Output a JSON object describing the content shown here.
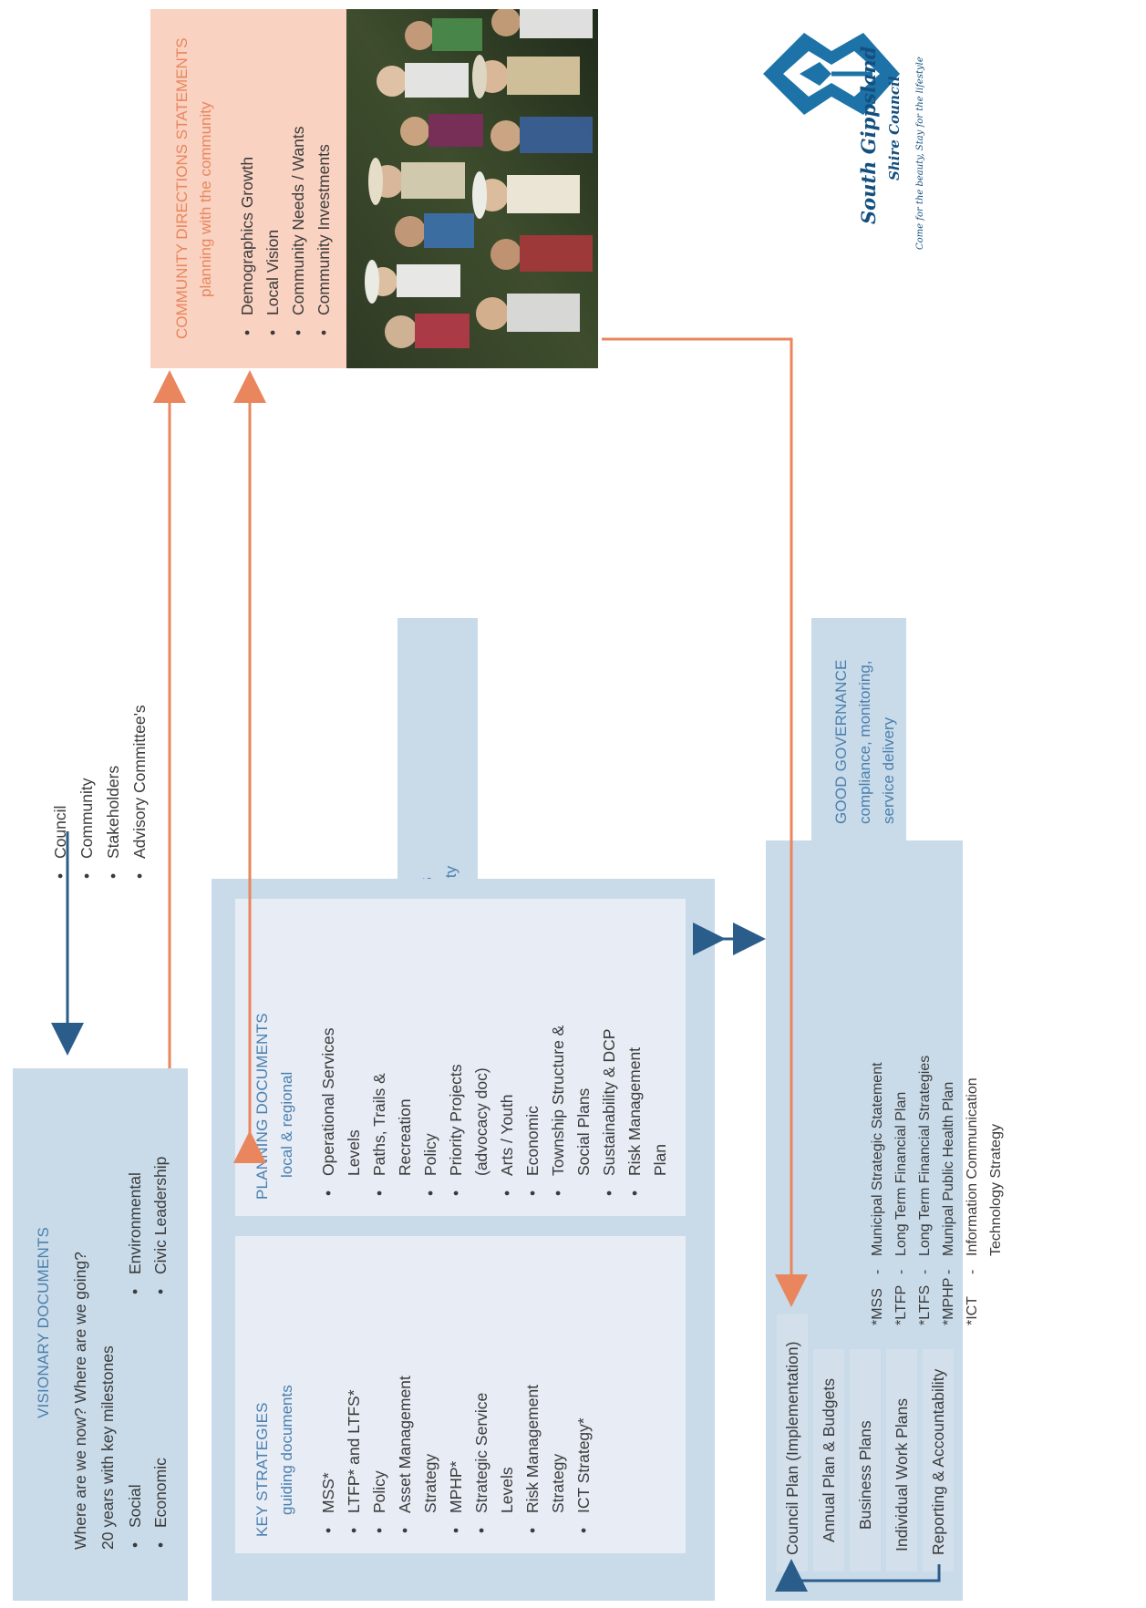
{
  "visionary": {
    "title": "VISIONARY DOCUMENTS",
    "line1": "Where are we now?  Where are we going?",
    "line2": "20 years with key milestones",
    "col1": [
      "Social",
      "Economic"
    ],
    "col2": [
      "Environmental",
      "Civic Leadership"
    ]
  },
  "participants": [
    "Council",
    "Community",
    "Stakeholders",
    "Advisory Committee's"
  ],
  "community_directions": {
    "title": "COMMUNITY DIRECTIONS STATEMENTS",
    "subtitle": "planning with the community",
    "items": [
      "Demographics Growth",
      "Local Vision",
      "Community Needs / Wants",
      "Community Investments"
    ]
  },
  "hierarchy": {
    "title": "HIERARCHY OF PLANS",
    "subtitle": "planning for the community"
  },
  "key_strategies": {
    "title": "KEY STRATEGIES",
    "subtitle": "guiding documents",
    "items": [
      "MSS*",
      "LTFP* and LTFS*",
      "Policy",
      "Asset Management Strategy",
      "MPHP*",
      "Strategic Service Levels",
      "Risk Management Strategy",
      "ICT Strategy*"
    ]
  },
  "planning_documents": {
    "title": "PLANNING DOCUMENTS",
    "subtitle": "local & regional",
    "items": [
      "Operational Services Levels",
      "Paths, Trails & Recreation",
      "Policy",
      "Priority Projects (advocacy doc)",
      "Arts / Youth",
      "Economic",
      "Township Structure & Social Plans",
      "Sustainability & DCP",
      "Risk Management Plan"
    ]
  },
  "governance": {
    "title": "GOOD GOVERNANCE",
    "subtitle": "compliance, monitoring, service delivery"
  },
  "council_plan": {
    "items": [
      "Council Plan (Implementation)",
      "Annual Plan & Budgets",
      "Business Plans",
      "Individual Work Plans",
      "Reporting & Accountability"
    ]
  },
  "glossary": [
    {
      "abbr": "*MSS",
      "sep": "-",
      "def": "Municipal Strategic Statement"
    },
    {
      "abbr": "*LTFP",
      "sep": "-",
      "def": "Long Term Financial Plan"
    },
    {
      "abbr": "*LTFS",
      "sep": "-",
      "def": "Long Term Financial Strategies"
    },
    {
      "abbr": "*MPHP",
      "sep": "-",
      "def": "Munipal Public Health Plan"
    },
    {
      "abbr": "*ICT",
      "sep": "-",
      "def": "Information Communication Technology Strategy"
    }
  ],
  "logo": {
    "name": "South Gippsland",
    "org": "Shire Council",
    "tagline": "Come for the beauty, Stay for the lifestyle"
  },
  "colors": {
    "blue_box": "#c9dbe9",
    "pale_box": "#e7ecf5",
    "peach": "#f9d2c1",
    "orange_arrow": "#e9865d",
    "navy_arrow": "#2b5d8a",
    "heading_blue": "#4a7fae"
  },
  "photo": {
    "icon": "crowd-photo"
  }
}
